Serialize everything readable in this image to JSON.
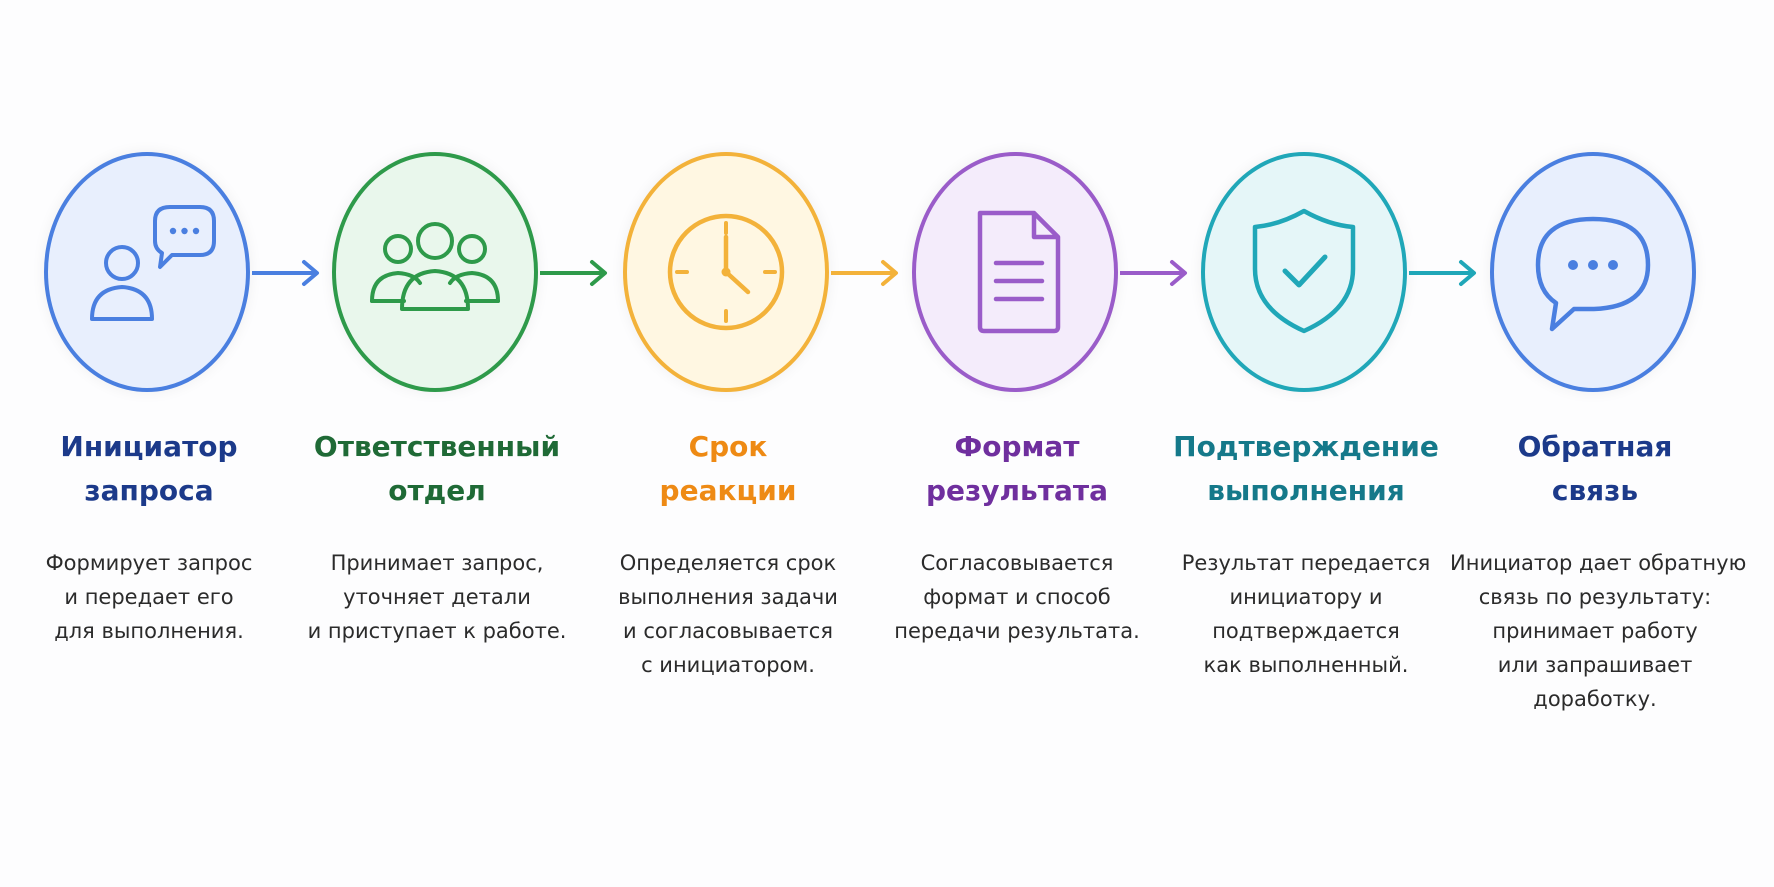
{
  "steps": [
    {
      "title_lines": [
        "Инициатор",
        "запроса"
      ],
      "desc_lines": [
        "Формирует запрос",
        "и передает его",
        "для выполнения."
      ],
      "icon": "user-chat-icon",
      "color": "#4a7fe0",
      "title_color": "#1c3a8a",
      "fill": "#e8effd"
    },
    {
      "title_lines": [
        "Ответственный",
        "отдел"
      ],
      "desc_lines": [
        "Принимает запрос,",
        "уточняет детали",
        "и приступает к работе."
      ],
      "icon": "team-icon",
      "color": "#2e9a4a",
      "title_color": "#1f6a36",
      "fill": "#e9f7ec"
    },
    {
      "title_lines": [
        "Срок",
        "реакции"
      ],
      "desc_lines": [
        "Определяется срок",
        "выполнения задачи",
        "и согласовывается",
        "с инициатором."
      ],
      "icon": "clock-icon",
      "color": "#f3b23a",
      "title_color": "#ee8a14",
      "fill": "#fff7e2"
    },
    {
      "title_lines": [
        "Формат",
        "результата"
      ],
      "desc_lines": [
        "Согласовывается",
        "формат и способ",
        "передачи результата."
      ],
      "icon": "document-icon",
      "color": "#9a5cc9",
      "title_color": "#6f2f9e",
      "fill": "#f4ecfb"
    },
    {
      "title_lines": [
        "Подтверждение",
        "выполнения"
      ],
      "desc_lines": [
        "Результат передается",
        "инициатору и",
        "подтверждается",
        "как выполненный."
      ],
      "icon": "shield-check-icon",
      "color": "#20a7b8",
      "title_color": "#15798a",
      "fill": "#e5f6f8"
    },
    {
      "title_lines": [
        "Обратная",
        "связь"
      ],
      "desc_lines": [
        "Инициатор дает обратную",
        "связь по результату:",
        "принимает работу",
        "или запрашивает",
        "доработку."
      ],
      "icon": "chat-bubble-icon",
      "color": "#4a7fe0",
      "title_color": "#1c3a8a",
      "fill": "#e8effd"
    }
  ],
  "arrows": [
    {
      "color": "#4a7fe0"
    },
    {
      "color": "#2e9a4a"
    },
    {
      "color": "#f3b23a"
    },
    {
      "color": "#9a5cc9"
    },
    {
      "color": "#20a7b8"
    }
  ]
}
